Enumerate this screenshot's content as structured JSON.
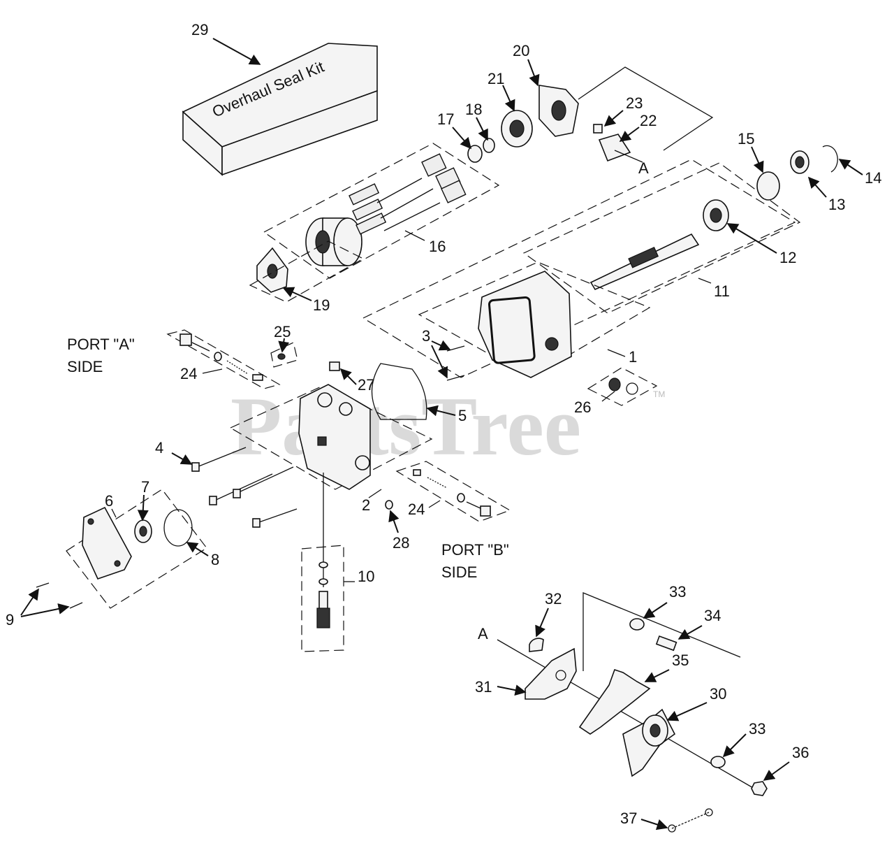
{
  "watermark": "PartsTree",
  "watermark_tm": "TM",
  "kit_box_text": "Overhaul Seal Kit",
  "port_a": {
    "line1": "PORT \"A\"",
    "line2": "SIDE"
  },
  "port_b": {
    "line1": "PORT \"B\"",
    "line2": "SIDE"
  },
  "ref_a": "A",
  "callouts": [
    "1",
    "2",
    "3",
    "4",
    "5",
    "6",
    "7",
    "8",
    "9",
    "10",
    "11",
    "12",
    "13",
    "14",
    "15",
    "16",
    "17",
    "18",
    "19",
    "20",
    "21",
    "22",
    "23",
    "24",
    "25",
    "26",
    "27",
    "28",
    "29",
    "30",
    "31",
    "32",
    "33",
    "34",
    "35",
    "36",
    "37"
  ]
}
